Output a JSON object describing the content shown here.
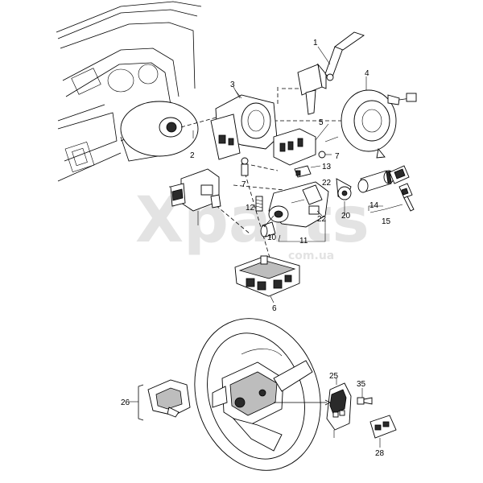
{
  "watermark": {
    "main": "Xparts",
    "sub": "com.ua"
  },
  "labels": {
    "p1": "1",
    "p2": "2",
    "p3": "3",
    "p4": "4",
    "p5": "5",
    "p6": "6",
    "p7a": "7",
    "p7b": "7",
    "p10": "10",
    "p11": "11",
    "p12": "12",
    "p13": "13",
    "p14": "14",
    "p15": "15",
    "p20": "20",
    "p22a": "22",
    "p22b": "22",
    "p25": "25",
    "p26": "26",
    "p28": "28",
    "p35": "35"
  }
}
